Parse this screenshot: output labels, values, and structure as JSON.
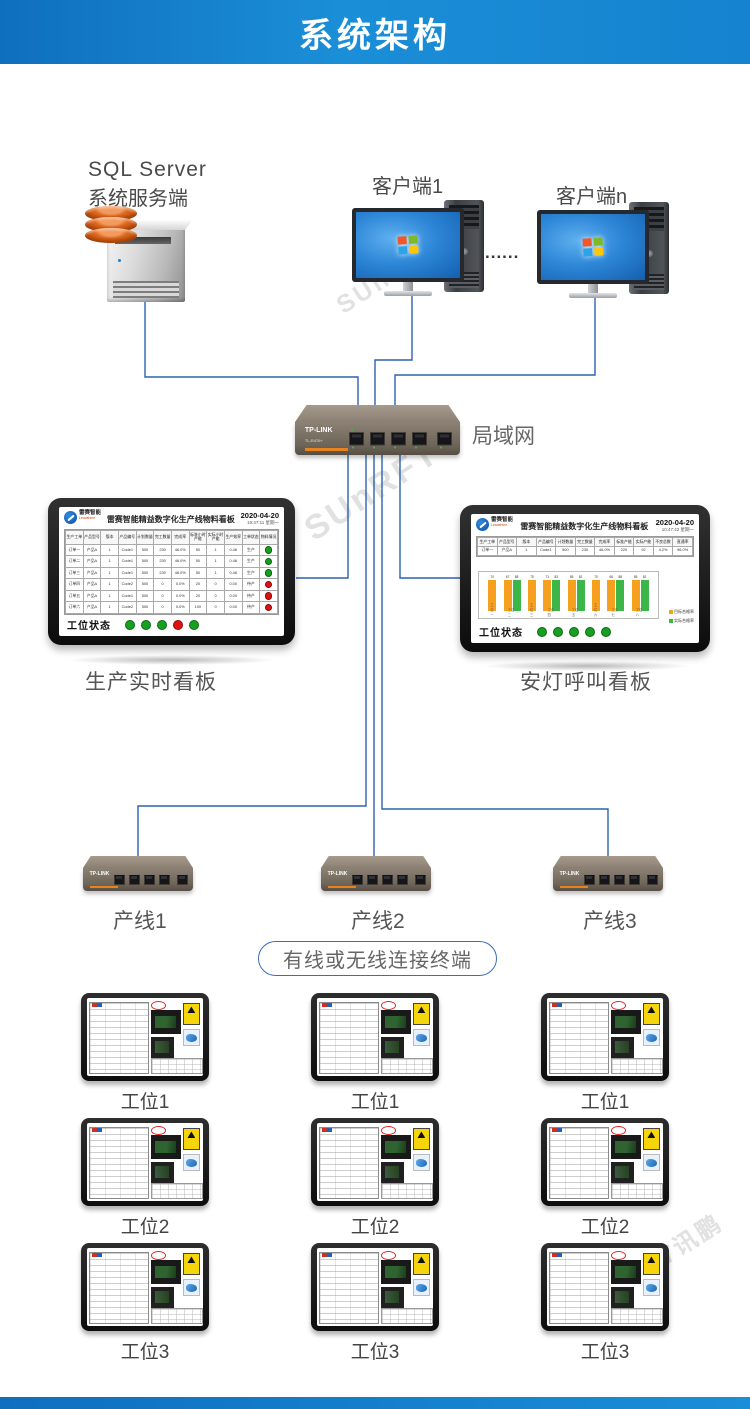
{
  "header": {
    "title": "系统架构"
  },
  "server": {
    "label_line1": "SQL  Server",
    "label_line2": "系统服务端"
  },
  "clients": {
    "first": "客户端1",
    "nth": "客户端n",
    "separator": "......"
  },
  "lan": {
    "label": "局域网"
  },
  "device": {
    "brand": "TP-LINK",
    "model": "TL-R476+"
  },
  "colors": {
    "accent_blue": "#1b8ed8",
    "line_blue": "#2d62b2",
    "bar_orange": "#f5a01e",
    "bar_green": "#3cb549",
    "status_green": "#16a01f",
    "status_red": "#e01111"
  },
  "boards": {
    "left": {
      "caption": "生产实时看板",
      "brand": "雷赛智能",
      "brand_sub": "Leadshine",
      "title": "雷赛智能精益数字化生产线物料看板",
      "date": "2020-04-20",
      "time": "10:47:11  星期一",
      "table": {
        "headers": [
          "生产工单",
          "产品型号",
          "版本",
          "产品编号",
          "计划数量",
          "完工数量",
          "完成率",
          "标准小时产能",
          "实际小时产能",
          "生产效率",
          "工单状态",
          "物料情况"
        ],
        "rows": [
          [
            "订单一",
            "产品A",
            "1",
            "Code1",
            "500",
            "230",
            "46.0%",
            "50",
            "1",
            "0.46",
            "生产",
            "dot:green"
          ],
          [
            "订单二",
            "产品A",
            "1",
            "Code1",
            "500",
            "230",
            "46.0%",
            "50",
            "1",
            "0.46",
            "生产",
            "dot:green"
          ],
          [
            "订单三",
            "产品A",
            "1",
            "Code1",
            "500",
            "230",
            "46.0%",
            "50",
            "1",
            "0.46",
            "生产",
            "dot:green"
          ],
          [
            "订单四",
            "产品A",
            "1",
            "Code2",
            "500",
            "0",
            "0.0%",
            "20",
            "0",
            "0.00",
            "待产",
            "dot:red"
          ],
          [
            "订单五",
            "产品A",
            "1",
            "Code1",
            "500",
            "0",
            "0.0%",
            "20",
            "0",
            "0.00",
            "待产",
            "dot:red"
          ],
          [
            "订单六",
            "产品A",
            "1",
            "Code2",
            "500",
            "0",
            "0.0%",
            "100",
            "0",
            "0.00",
            "待产",
            "dot:red"
          ]
        ]
      },
      "status_label": "工位状态",
      "status_dots": [
        "green",
        "green",
        "green",
        "red",
        "green"
      ]
    },
    "right": {
      "caption": "安灯呼叫看板",
      "brand": "雷赛智能",
      "brand_sub": "Leadshine",
      "title": "雷赛智能精益数字化生产线物料看板",
      "date": "2020-04-20",
      "time": "10:47:42  星期一",
      "table": {
        "headers": [
          "生产工单",
          "产品型号",
          "版本",
          "产品编号",
          "计划数量",
          "完工数量",
          "完成率",
          "标准产能",
          "实际产能",
          "不良总数",
          "直通率"
        ],
        "rows": [
          [
            "订单一",
            "产品A",
            "1",
            "Code1",
            "500",
            "230",
            "46.0%",
            "220",
            "92",
            "4.2%",
            "96.0%"
          ]
        ]
      },
      "status_label": "工位状态",
      "status_dots": [
        "green",
        "green",
        "green",
        "green",
        "green"
      ]
    }
  },
  "chart_data": {
    "type": "bar",
    "title": "",
    "categories": [
      "工位一",
      "工位二",
      "工位三",
      "工位四",
      "工位五",
      "工位六",
      "工位七",
      "工位八"
    ],
    "series": [
      {
        "name": "目标合格率",
        "color": "#f5a01e",
        "values": [
          70,
          67,
          75,
          71,
          85,
          70,
          66,
          85
        ]
      },
      {
        "name": "实际合格率",
        "color": "#3cb549",
        "values": [
          null,
          88,
          null,
          83,
          81,
          null,
          88,
          81
        ]
      }
    ],
    "ylim": [
      0,
      100
    ],
    "legend_position": "right",
    "grid": false
  },
  "prod_lines": {
    "line1": "产线1",
    "line2": "产线2",
    "line3": "产线3"
  },
  "pill": {
    "label": "有线或无线连接终端"
  },
  "workstations": {
    "row1": "工位1",
    "row2": "工位2",
    "row3": "工位3"
  },
  "watermarks": {
    "wm1": "SUnRFT",
    "wm2": "SUnRFT",
    "wm3": "SUnRFT讯鹏"
  }
}
